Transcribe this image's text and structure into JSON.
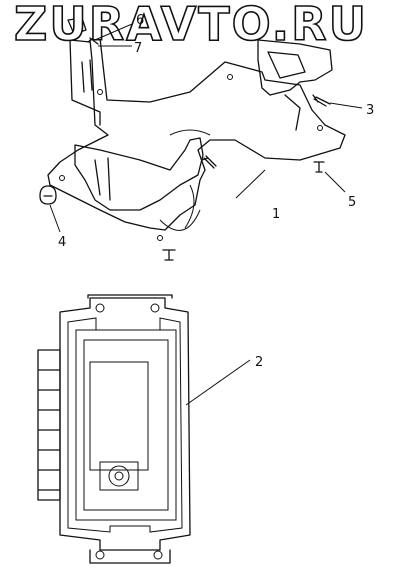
{
  "watermark": "ZURAVTO.RU",
  "callouts": {
    "c1": "1",
    "c2": "2",
    "c3": "3",
    "c4": "4",
    "c5": "5",
    "c6": "6",
    "c7": "7"
  },
  "colors": {
    "ink": "#111111",
    "paper": "#ffffff"
  }
}
